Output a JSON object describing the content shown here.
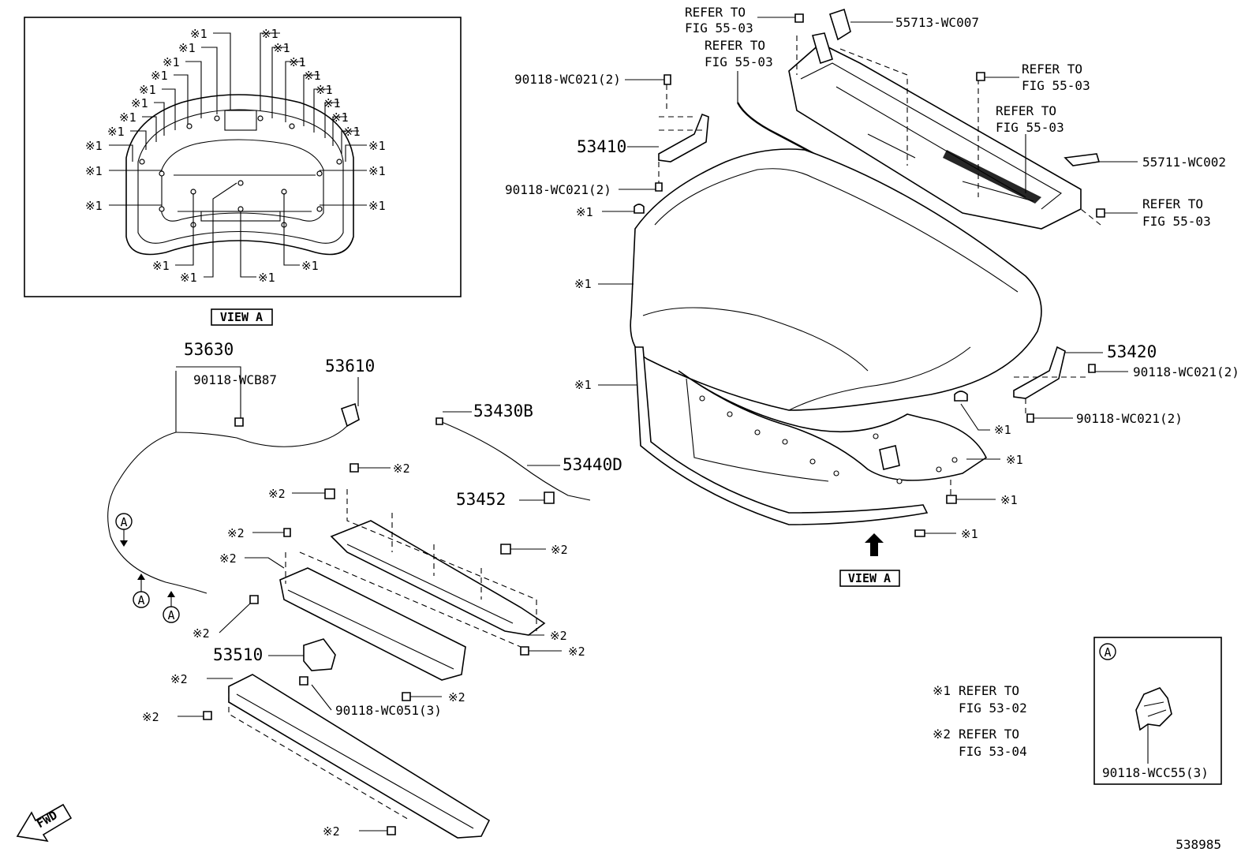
{
  "view_a_inset": {
    "title": "VIEW A",
    "callouts": [
      "※1",
      "※1",
      "※1",
      "※1",
      "※1",
      "※1",
      "※1",
      "※1",
      "※1",
      "※1",
      "※1",
      "※1",
      "※1",
      "※1",
      "※1",
      "※1",
      "※1",
      "※1",
      "※1",
      "※1",
      "※1",
      "※1",
      "※1",
      "※1",
      "※1",
      "※1"
    ]
  },
  "cowl": {
    "refer_1a": "REFER TO",
    "refer_1b": "FIG 55-03",
    "refer_2a": "REFER TO",
    "refer_2b": "FIG 55-03",
    "refer_3a": "REFER TO",
    "refer_3b": "FIG 55-03",
    "refer_4a": "REFER TO",
    "refer_4b": "FIG 55-03",
    "refer_5a": "REFER TO",
    "refer_5b": "FIG 55-03",
    "part_55713": "55713-WC007",
    "part_55711": "55711-WC002"
  },
  "hinge_left": {
    "bolt_top": "90118-WC021(2)",
    "part": "53410",
    "bolt_bottom": "90118-WC021(2)"
  },
  "hinge_right": {
    "part": "53420",
    "bolt_top": "90118-WC021(2)",
    "bolt_bottom": "90118-WC021(2)"
  },
  "hood": {
    "callout_cushion": "※1",
    "callout_panel": "※1",
    "callout_seal": "※1",
    "callout_r1": "※1",
    "callout_r2": "※1",
    "callout_r3": "※1",
    "callout_r4": "※1",
    "view_a_label": "VIEW A"
  },
  "release": {
    "cable": "53630",
    "clip": "90118-WCB87",
    "lever": "53610",
    "marker": "A"
  },
  "support": {
    "rod": "53430B",
    "holder": "53440D",
    "grommet": "53452"
  },
  "lock": {
    "part": "53510",
    "bolt": "90118-WC051(3)",
    "callouts": [
      "※2",
      "※2",
      "※2",
      "※2",
      "※2",
      "※2",
      "※2",
      "※2",
      "※2",
      "※2",
      "※2",
      "※2"
    ]
  },
  "legend": {
    "mark_1": "※1",
    "line_1a": "REFER TO",
    "line_1b": "FIG 53-02",
    "mark_2": "※2",
    "line_2a": "REFER TO",
    "line_2b": "FIG 53-04"
  },
  "detail_a": {
    "marker": "A",
    "part": "90118-WCC55(3)"
  },
  "fwd_label": "FWD",
  "diagram_number": "538985"
}
